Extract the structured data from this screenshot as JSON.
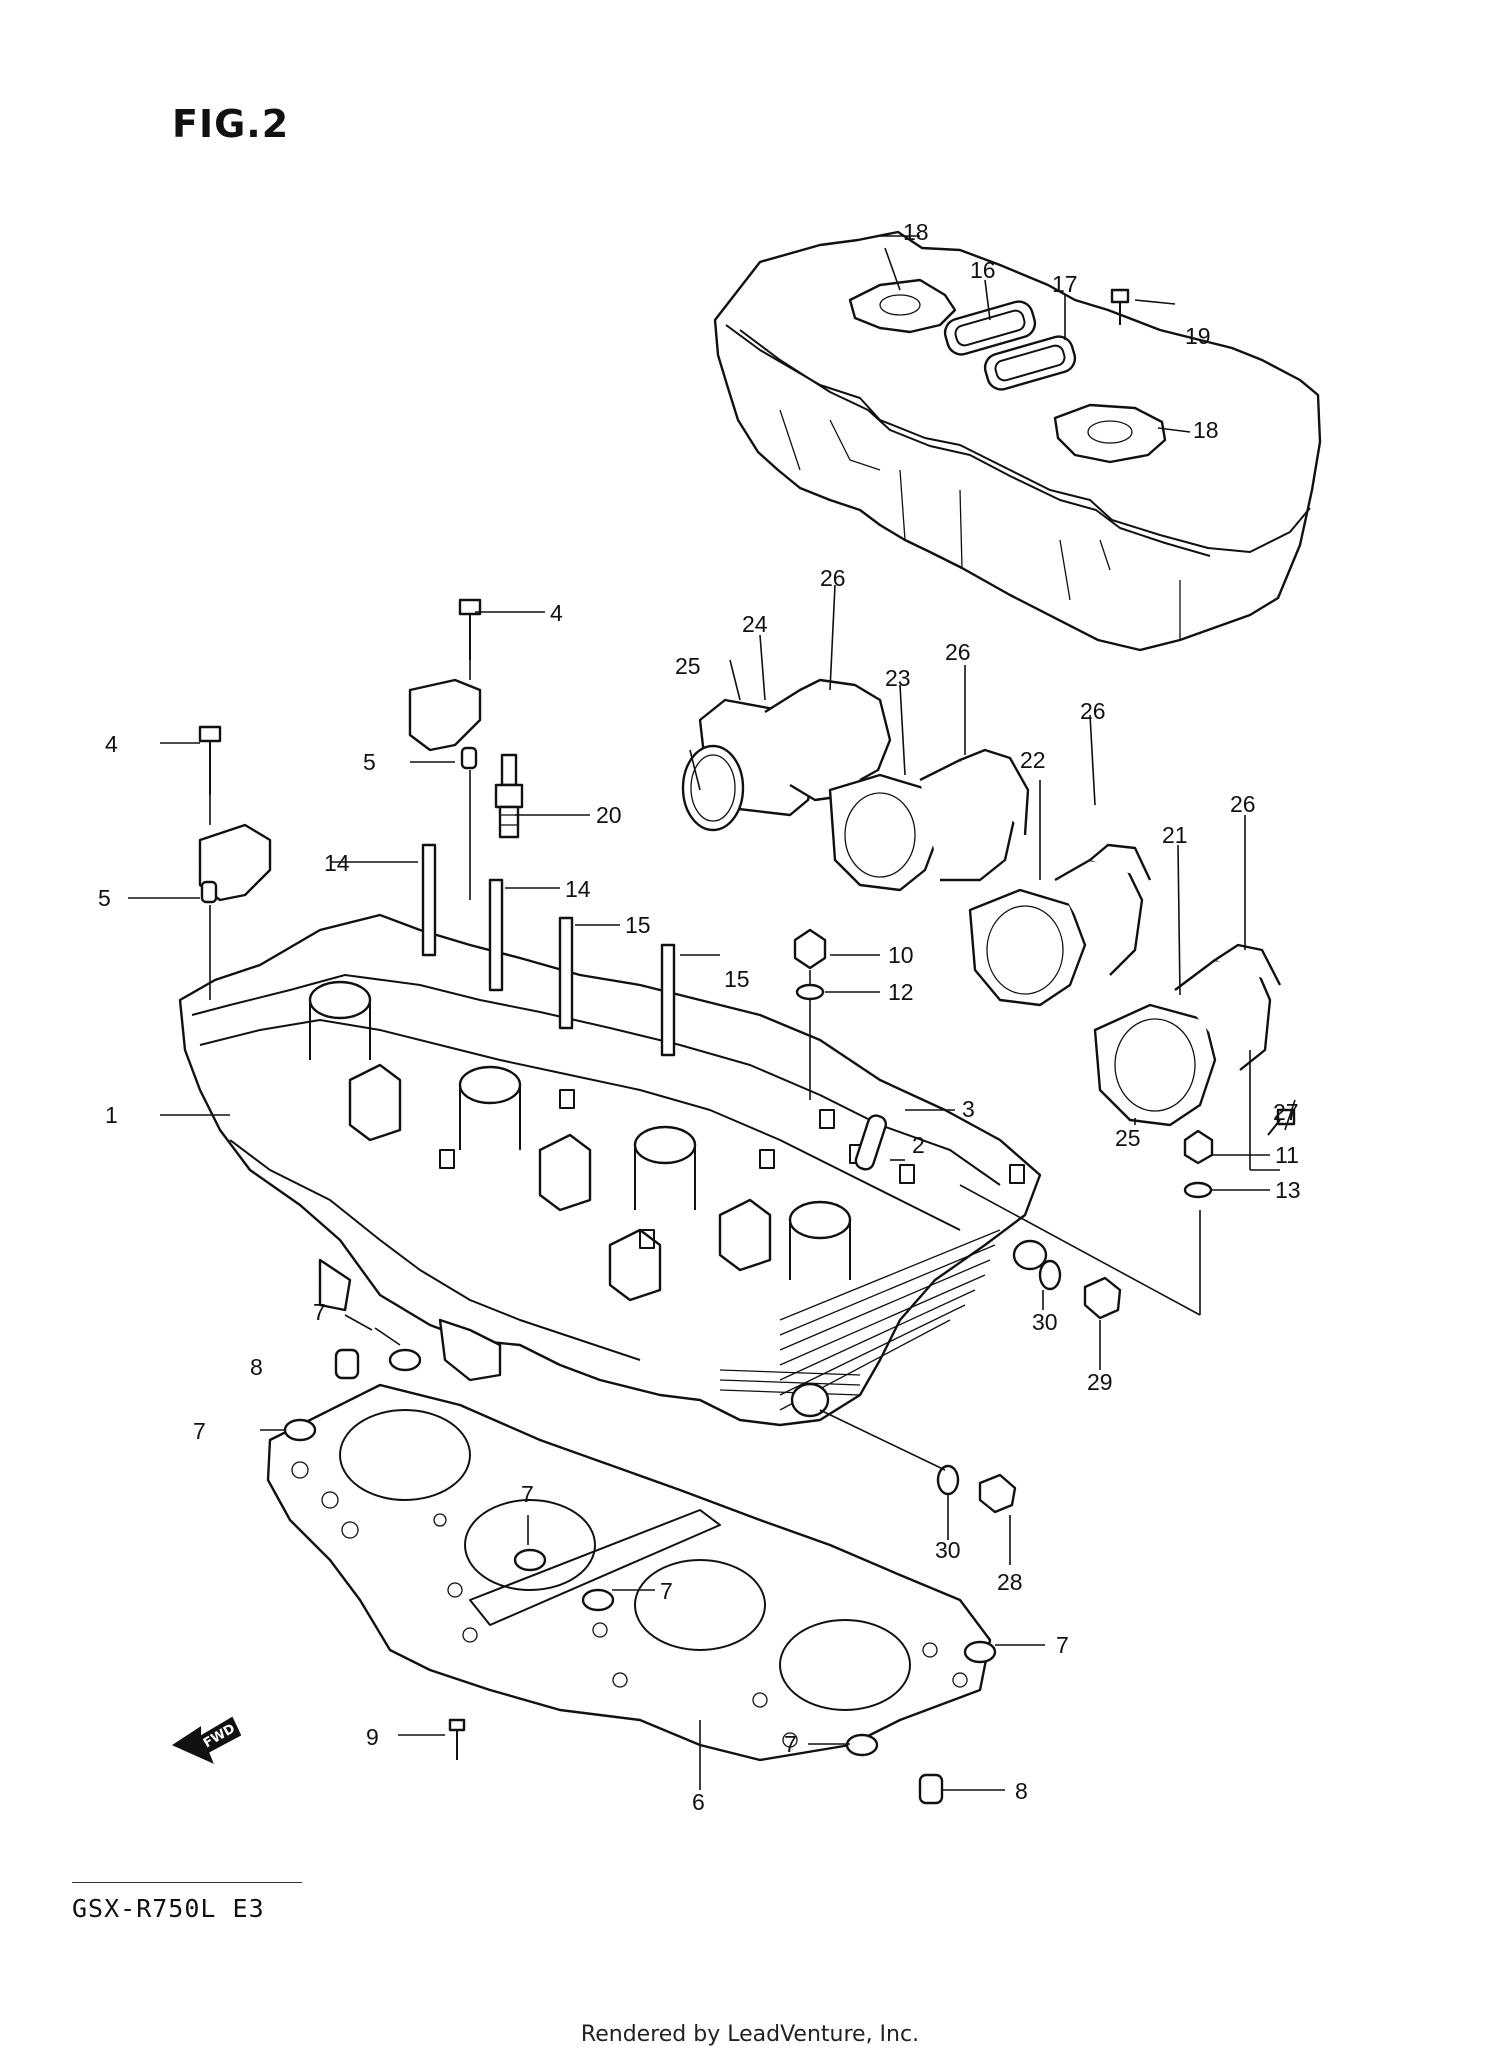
{
  "figure": {
    "title": "FIG.2",
    "model": "GSX-R750L E3",
    "credit": "Rendered by LeadVenture, Inc."
  },
  "direction_marker": {
    "label": "FWD",
    "icon": "forward-arrow-icon"
  },
  "callouts": {
    "c1": "1",
    "c2": "2",
    "c3": "3",
    "c4a": "4",
    "c4b": "4",
    "c5a": "5",
    "c5b": "5",
    "c6": "6",
    "c7a": "7",
    "c7b": "7",
    "c7c": "7",
    "c7d": "7",
    "c7e": "7",
    "c7f": "7",
    "c8a": "8",
    "c8b": "8",
    "c9": "9",
    "c10": "10",
    "c11": "11",
    "c12": "12",
    "c13": "13",
    "c14a": "14",
    "c14b": "14",
    "c15a": "15",
    "c15b": "15",
    "c16": "16",
    "c17": "17",
    "c18a": "18",
    "c18b": "18",
    "c19": "19",
    "c20": "20",
    "c21": "21",
    "c22": "22",
    "c23": "23",
    "c24": "24",
    "c25a": "25",
    "c25b": "25",
    "c26a": "26",
    "c26b": "26",
    "c26c": "26",
    "c26d": "26",
    "c27": "27",
    "c28": "28",
    "c29": "29",
    "c30a": "30",
    "c30b": "30"
  }
}
